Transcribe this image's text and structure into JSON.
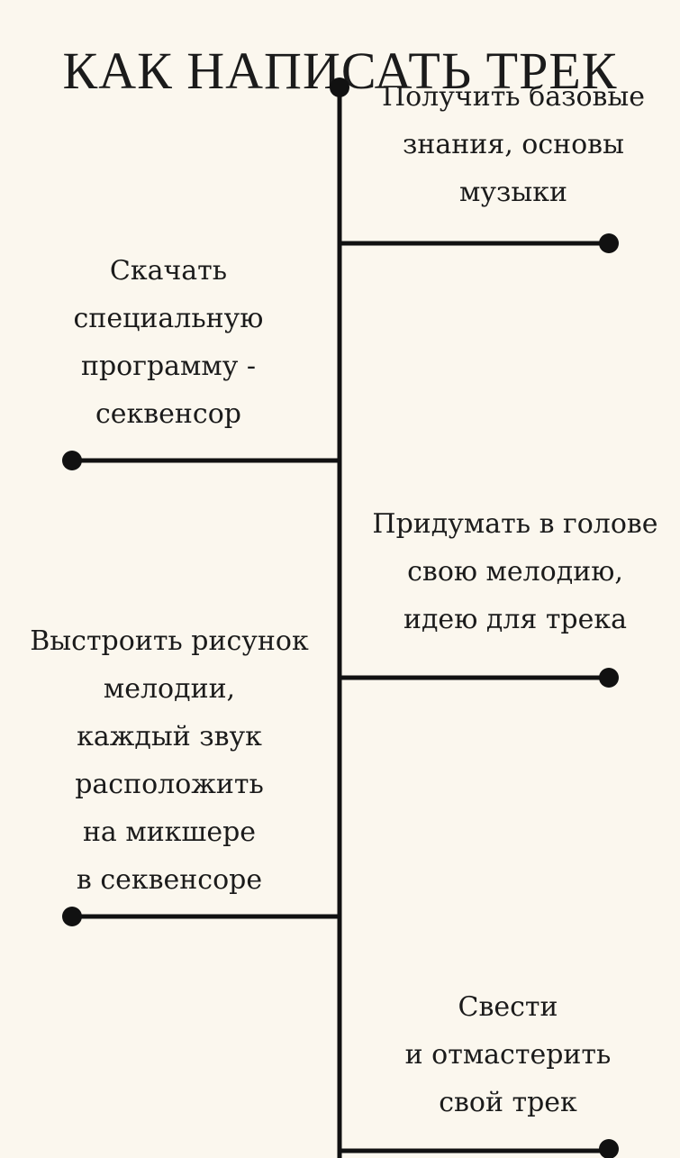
{
  "title": "КАК НАПИСАТЬ ТРЕК",
  "steps": [
    {
      "text": "Получить базовые\nзнания, основы\nмузыки",
      "side": "right"
    },
    {
      "text": "Скачать\nспециальную\nпрограмму -\nсеквенсор",
      "side": "left"
    },
    {
      "text": "Придумать в голове\nсвою мелодию,\nидею для трека",
      "side": "right"
    },
    {
      "text": "Выстроить рисунок\nмелодии,\nкаждый звук\nрасположить\nна микшере\nв секвенсоре",
      "side": "left"
    },
    {
      "text": "Свести\nи отмастерить\nсвой трек",
      "side": "right"
    }
  ],
  "colors": {
    "background": "#fbf7ee",
    "line": "#111111"
  }
}
